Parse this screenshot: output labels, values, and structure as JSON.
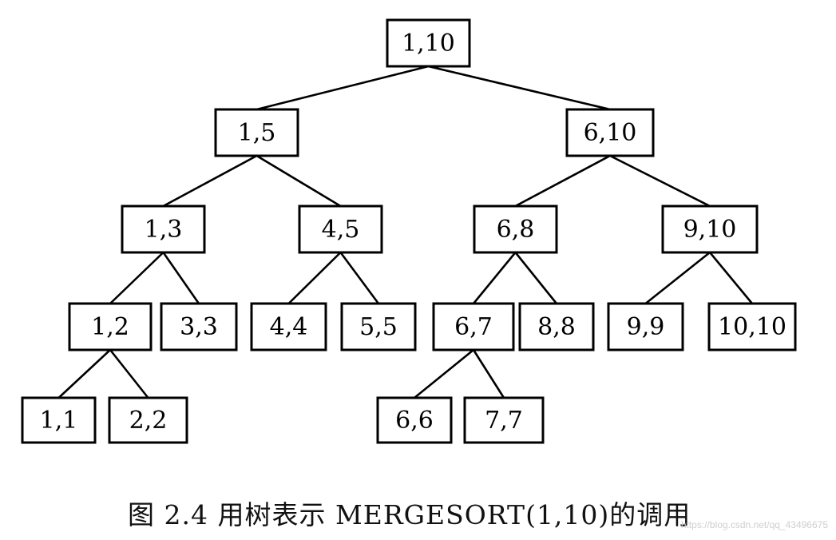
{
  "tree": {
    "nodes": [
      {
        "id": "n1_10",
        "label": "1,10"
      },
      {
        "id": "n1_5",
        "label": "1,5"
      },
      {
        "id": "n6_10",
        "label": "6,10"
      },
      {
        "id": "n1_3",
        "label": "1,3"
      },
      {
        "id": "n4_5",
        "label": "4,5"
      },
      {
        "id": "n6_8",
        "label": "6,8"
      },
      {
        "id": "n9_10",
        "label": "9,10"
      },
      {
        "id": "n1_2",
        "label": "1,2"
      },
      {
        "id": "n3_3",
        "label": "3,3"
      },
      {
        "id": "n4_4",
        "label": "4,4"
      },
      {
        "id": "n5_5",
        "label": "5,5"
      },
      {
        "id": "n6_7",
        "label": "6,7"
      },
      {
        "id": "n8_8",
        "label": "8,8"
      },
      {
        "id": "n9_9",
        "label": "9,9"
      },
      {
        "id": "n10_10",
        "label": "10,10"
      },
      {
        "id": "n1_1",
        "label": "1,1"
      },
      {
        "id": "n2_2",
        "label": "2,2"
      },
      {
        "id": "n6_6",
        "label": "6,6"
      },
      {
        "id": "n7_7",
        "label": "7,7"
      }
    ],
    "edges": [
      [
        "n1_10",
        "n1_5"
      ],
      [
        "n1_10",
        "n6_10"
      ],
      [
        "n1_5",
        "n1_3"
      ],
      [
        "n1_5",
        "n4_5"
      ],
      [
        "n6_10",
        "n6_8"
      ],
      [
        "n6_10",
        "n9_10"
      ],
      [
        "n1_3",
        "n1_2"
      ],
      [
        "n1_3",
        "n3_3"
      ],
      [
        "n4_5",
        "n4_4"
      ],
      [
        "n4_5",
        "n5_5"
      ],
      [
        "n6_8",
        "n6_7"
      ],
      [
        "n6_8",
        "n8_8"
      ],
      [
        "n9_10",
        "n9_9"
      ],
      [
        "n9_10",
        "n10_10"
      ],
      [
        "n1_2",
        "n1_1"
      ],
      [
        "n1_2",
        "n2_2"
      ],
      [
        "n6_7",
        "n6_6"
      ],
      [
        "n6_7",
        "n7_7"
      ]
    ]
  },
  "caption": "图 2.4   用树表示 MERGESORT(1,10)的调用",
  "watermark": "https://blog.csdn.net/qq_43496675"
}
